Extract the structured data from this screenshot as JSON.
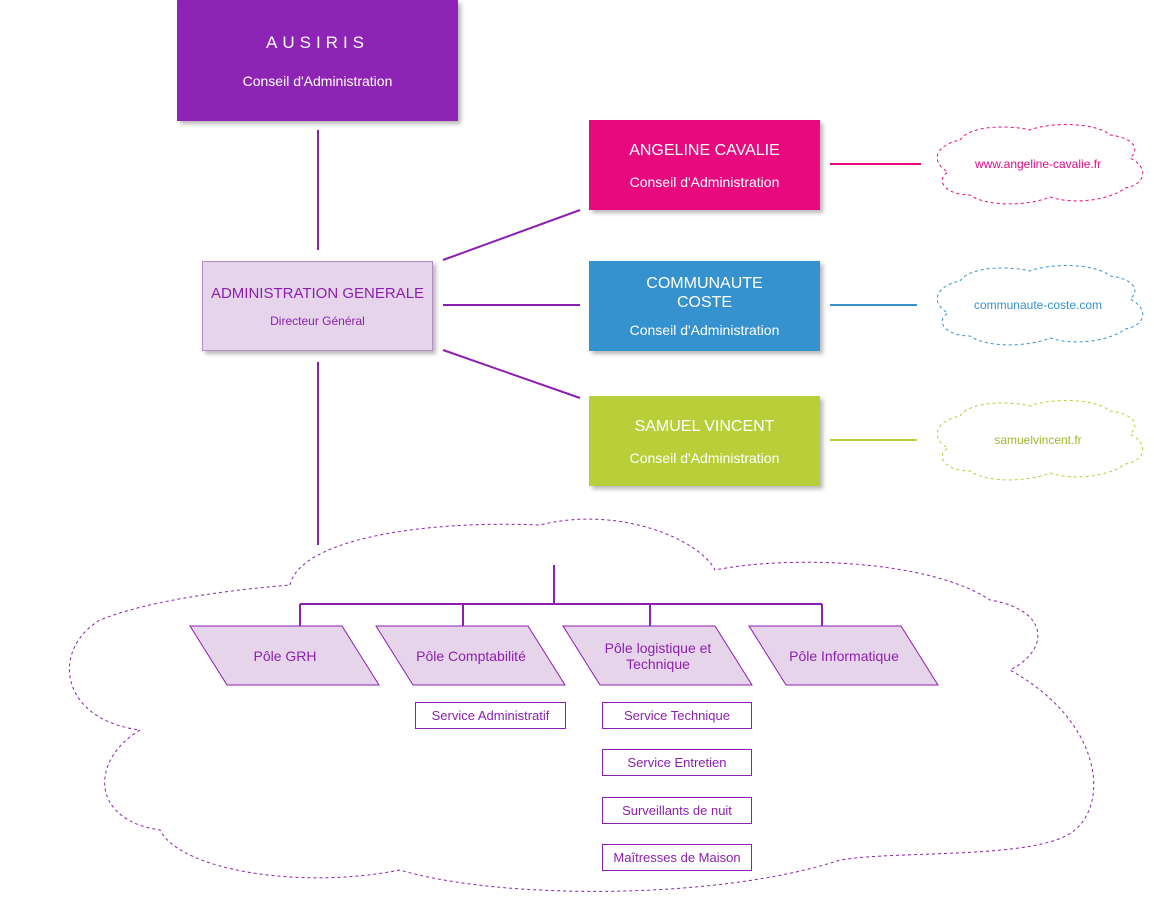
{
  "top": {
    "title": "AUSIRIS",
    "subtitle": "Conseil d'Administration"
  },
  "admin": {
    "title": "ADMINISTRATION GENERALE",
    "subtitle": "Directeur Général"
  },
  "members": [
    {
      "title": "ANGELINE CAVALIE",
      "subtitle": "Conseil d'Administration",
      "website": "www.angeline-cavalie.fr",
      "color": "#e8097e"
    },
    {
      "title_line1": "COMMUNAUTE",
      "title_line2": "COSTE",
      "subtitle": "Conseil d'Administration",
      "website": "communaute-coste.com",
      "color": "#3592cf"
    },
    {
      "title": "SAMUEL VINCENT",
      "subtitle": "Conseil d'Administration",
      "website": "samuelvincent.fr",
      "color": "#b8cf3a"
    }
  ],
  "poles": [
    {
      "label": "Pôle GRH"
    },
    {
      "label": "Pôle Comptabilité"
    },
    {
      "label_line1": "Pôle logistique et",
      "label_line2": "Technique"
    },
    {
      "label": "Pôle Informatique"
    }
  ],
  "services": {
    "comptabilite": [
      "Service Administratif"
    ],
    "logistique": [
      "Service Technique",
      "Service Entretien",
      "Surveillants de nuit",
      "Maîtresses de Maison"
    ]
  },
  "colors": {
    "purple": "#8e24b5",
    "admin_bg": "#e6d5ea",
    "pole_bg": "#e6d5ea",
    "pink": "#e8097e",
    "blue": "#3592cf",
    "green": "#b8cf3a"
  }
}
